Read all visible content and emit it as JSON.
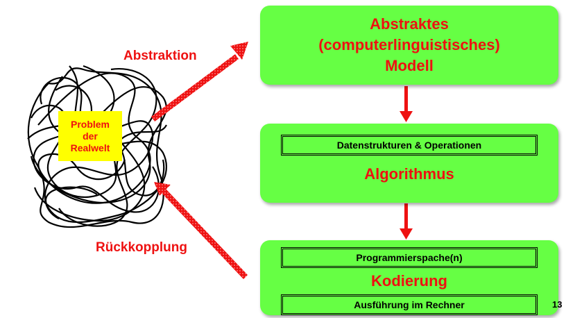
{
  "top_box": {
    "line1": "Abstraktes",
    "line2": "(computerlinguistisches)",
    "line3": "Modell"
  },
  "middle_box": {
    "inner": "Datenstrukturen & Operationen",
    "title": "Algorithmus"
  },
  "bottom_box": {
    "inner_top": "Programmierspache(n)",
    "title": "Kodierung",
    "inner_bottom": "Ausführung im Rechner"
  },
  "problem": {
    "line1": "Problem",
    "line2": "der",
    "line3": "Realwelt"
  },
  "labels": {
    "abstraction": "Abstraktion",
    "feedback": "Rückkopplung"
  },
  "page_number": "13",
  "colors": {
    "box_green": "#66ff44",
    "title_red": "#ee1111",
    "highlight_yellow": "#ffff00"
  }
}
